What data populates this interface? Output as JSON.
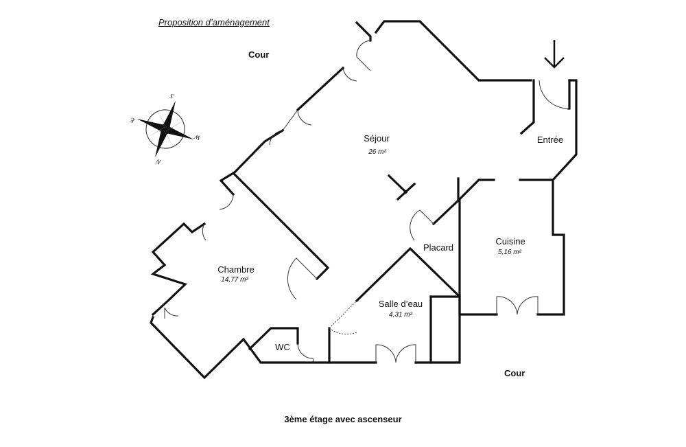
{
  "title": "Proposition d’aménagement",
  "courtyards": {
    "top": "Cour",
    "bottom": "Cour"
  },
  "rooms": {
    "sejour": {
      "name": "Séjour",
      "area": "26 m²"
    },
    "entree": {
      "name": "Entrée"
    },
    "chambre": {
      "name": "Chambre",
      "area": "14,77 m²"
    },
    "placard": {
      "name": "Placard"
    },
    "cuisine": {
      "name": "Cuisine",
      "area": "5,16 m²"
    },
    "salle": {
      "name": "Salle d’eau",
      "area": "4,31 m²"
    },
    "wc": {
      "name": "WC"
    }
  },
  "compass": {
    "n": "N",
    "s": "S",
    "e": "E",
    "w": "W"
  },
  "footer": "3ème étage avec ascenseur",
  "colors": {
    "wall": "#111111",
    "door": "#333333",
    "background": "#ffffff"
  }
}
